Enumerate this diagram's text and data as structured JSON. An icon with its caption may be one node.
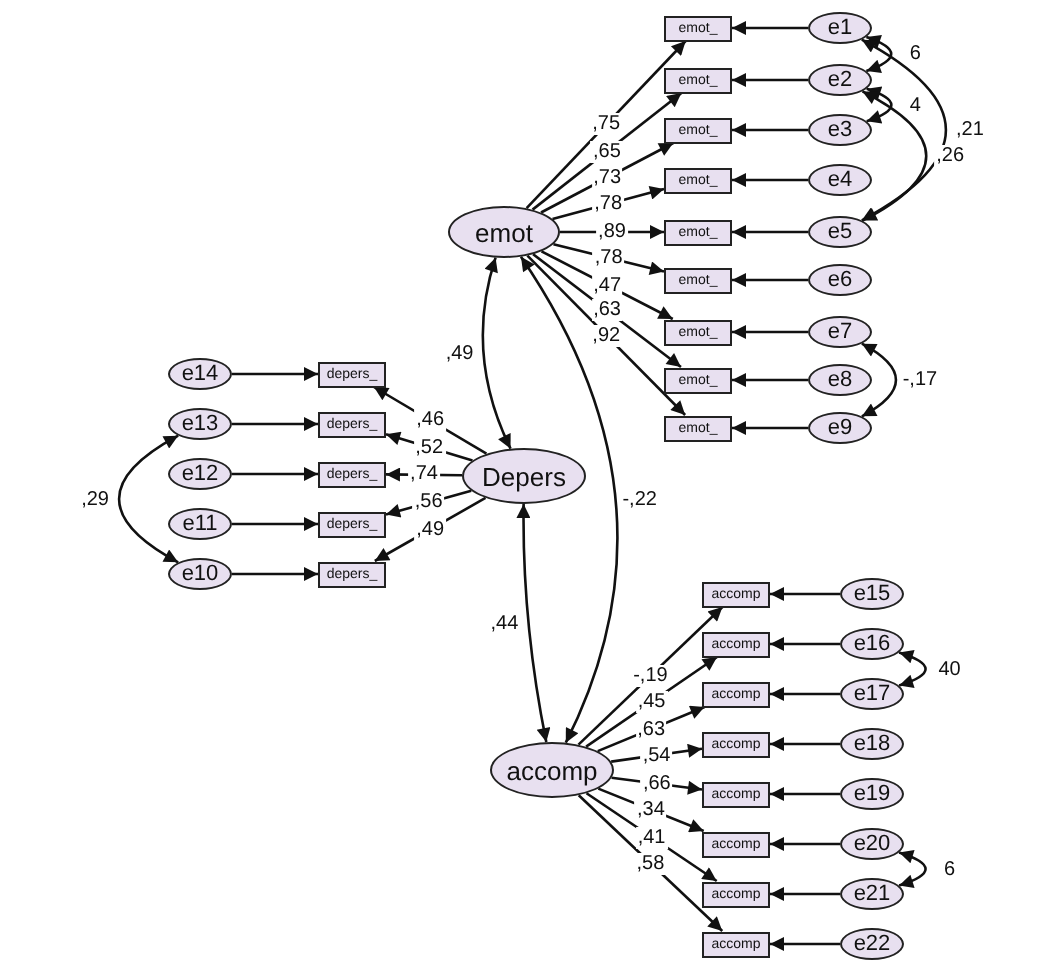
{
  "diagram": {
    "nodes": [
      {
        "text": [
          "emot"
        ]
      },
      {
        "text": [
          "emot_"
        ]
      },
      {
        "text": [
          "emot_"
        ]
      },
      {
        "text": [
          "emot_"
        ]
      },
      {
        "text": [
          "emot_"
        ]
      },
      {
        "text": [
          "emot_"
        ]
      },
      {
        "text": [
          "emot_"
        ]
      },
      {
        "text": [
          "emot_"
        ]
      },
      {
        "text": [
          "emot_"
        ]
      },
      {
        "text": [
          "emot_"
        ]
      },
      {
        "text": [
          "e1"
        ]
      },
      {
        "text": [
          "e2"
        ]
      },
      {
        "text": [
          "e3"
        ]
      },
      {
        "text": [
          "e4"
        ]
      },
      {
        "text": [
          "e5"
        ]
      },
      {
        "text": [
          "e6"
        ]
      },
      {
        "text": [
          "e7"
        ]
      },
      {
        "text": [
          "e8"
        ]
      },
      {
        "text": [
          "e9"
        ]
      },
      {
        "text": [
          "Depers"
        ]
      },
      {
        "text": [
          "depers_"
        ]
      },
      {
        "text": [
          "depers_"
        ]
      },
      {
        "text": [
          "depers_"
        ]
      },
      {
        "text": [
          "depers_"
        ]
      },
      {
        "text": [
          "depers_"
        ]
      },
      {
        "text": [
          "e14"
        ]
      },
      {
        "text": [
          "e13"
        ]
      },
      {
        "text": [
          "e12"
        ]
      },
      {
        "text": [
          "e11"
        ]
      },
      {
        "text": [
          "e10"
        ]
      },
      {
        "text": [
          "accomp"
        ]
      },
      {
        "text": [
          "accomp"
        ]
      },
      {
        "text": [
          "accomp"
        ]
      },
      {
        "text": [
          "accomp"
        ]
      },
      {
        "text": [
          "accomp"
        ]
      },
      {
        "text": [
          "accomp"
        ]
      },
      {
        "text": [
          "accomp"
        ]
      },
      {
        "text": [
          "accomp"
        ]
      },
      {
        "text": [
          "accomp"
        ]
      },
      {
        "text": [
          "e15"
        ]
      },
      {
        "text": [
          "e16"
        ]
      },
      {
        "text": [
          "e17"
        ]
      },
      {
        "text": [
          "e18"
        ]
      },
      {
        "text": [
          "e19"
        ]
      },
      {
        "text": [
          "e20"
        ]
      },
      {
        "text": [
          "e21"
        ]
      },
      {
        "text": [
          "e22"
        ]
      }
    ],
    "edges": [
      {
        "from": 0,
        "to": 1,
        "arrow": "to",
        "label": ",75"
      },
      {
        "from": 0,
        "to": 2,
        "arrow": "to",
        "label": ",65"
      },
      {
        "from": 0,
        "to": 3,
        "arrow": "to",
        "label": ",73"
      },
      {
        "from": 0,
        "to": 4,
        "arrow": "to",
        "label": ",78"
      },
      {
        "from": 0,
        "to": 5,
        "arrow": "to",
        "label": ",89"
      },
      {
        "from": 0,
        "to": 6,
        "arrow": "to",
        "label": ",78"
      },
      {
        "from": 0,
        "to": 7,
        "arrow": "to",
        "label": ",47"
      },
      {
        "from": 0,
        "to": 8,
        "arrow": "to",
        "label": ",63"
      },
      {
        "from": 0,
        "to": 9,
        "arrow": "to",
        "label": ",92"
      },
      {
        "from": 10,
        "to": 1,
        "arrow": "to"
      },
      {
        "from": 11,
        "to": 2,
        "arrow": "to"
      },
      {
        "from": 12,
        "to": 3,
        "arrow": "to"
      },
      {
        "from": 13,
        "to": 4,
        "arrow": "to"
      },
      {
        "from": 14,
        "to": 5,
        "arrow": "to"
      },
      {
        "from": 15,
        "to": 6,
        "arrow": "to"
      },
      {
        "from": 16,
        "to": 7,
        "arrow": "to"
      },
      {
        "from": 17,
        "to": 8,
        "arrow": "to"
      },
      {
        "from": 18,
        "to": 9,
        "arrow": "to"
      },
      {
        "from": 10,
        "to": 11,
        "arrow": "both",
        "label": "6"
      },
      {
        "from": 11,
        "to": 12,
        "arrow": "both",
        "label": "4"
      },
      {
        "from": 10,
        "to": 14,
        "arrow": "both",
        "label": ",21"
      },
      {
        "from": 11,
        "to": 14,
        "arrow": "both",
        "label": ",26"
      },
      {
        "from": 16,
        "to": 18,
        "arrow": "both",
        "label": "-,17"
      },
      {
        "from": 19,
        "to": 20,
        "arrow": "to",
        "label": ",46"
      },
      {
        "from": 19,
        "to": 21,
        "arrow": "to",
        "label": ",52"
      },
      {
        "from": 19,
        "to": 22,
        "arrow": "to",
        "label": ",74"
      },
      {
        "from": 19,
        "to": 23,
        "arrow": "to",
        "label": ",56"
      },
      {
        "from": 19,
        "to": 24,
        "arrow": "to",
        "label": ",49"
      },
      {
        "from": 25,
        "to": 20,
        "arrow": "to"
      },
      {
        "from": 26,
        "to": 21,
        "arrow": "to"
      },
      {
        "from": 27,
        "to": 22,
        "arrow": "to"
      },
      {
        "from": 28,
        "to": 23,
        "arrow": "to"
      },
      {
        "from": 29,
        "to": 24,
        "arrow": "to"
      },
      {
        "from": 26,
        "to": 29,
        "arrow": "both",
        "label": ",29"
      },
      {
        "from": 30,
        "to": 31,
        "arrow": "to",
        "label": "-,19"
      },
      {
        "from": 30,
        "to": 32,
        "arrow": "to",
        "label": ",45"
      },
      {
        "from": 30,
        "to": 33,
        "arrow": "to",
        "label": ",63"
      },
      {
        "from": 30,
        "to": 34,
        "arrow": "to",
        "label": ",54"
      },
      {
        "from": 30,
        "to": 35,
        "arrow": "to",
        "label": ",66"
      },
      {
        "from": 30,
        "to": 36,
        "arrow": "to",
        "label": ",34"
      },
      {
        "from": 30,
        "to": 37,
        "arrow": "to",
        "label": ",41"
      },
      {
        "from": 30,
        "to": 38,
        "arrow": "to",
        "label": ",58"
      },
      {
        "from": 39,
        "to": 31,
        "arrow": "to"
      },
      {
        "from": 40,
        "to": 32,
        "arrow": "to"
      },
      {
        "from": 41,
        "to": 33,
        "arrow": "to"
      },
      {
        "from": 42,
        "to": 34,
        "arrow": "to"
      },
      {
        "from": 43,
        "to": 35,
        "arrow": "to"
      },
      {
        "from": 44,
        "to": 36,
        "arrow": "to"
      },
      {
        "from": 45,
        "to": 37,
        "arrow": "to"
      },
      {
        "from": 46,
        "to": 38,
        "arrow": "to"
      },
      {
        "from": 40,
        "to": 41,
        "arrow": "both",
        "label": "40"
      },
      {
        "from": 44,
        "to": 45,
        "arrow": "both",
        "label": "6"
      },
      {
        "from": 0,
        "to": 19,
        "arrow": "both",
        "label": ",49"
      },
      {
        "from": 0,
        "to": 30,
        "arrow": "both",
        "label": "-,22"
      },
      {
        "from": 19,
        "to": 30,
        "arrow": "both",
        "label": ",44"
      }
    ]
  }
}
